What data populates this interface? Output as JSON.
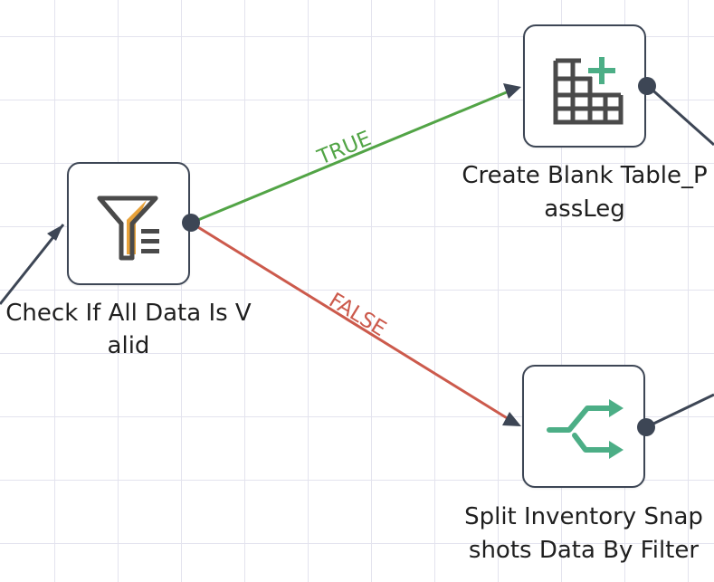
{
  "nodes": [
    {
      "id": "check",
      "label_line1": "Check If All Data Is V",
      "label_line2": "alid",
      "icon": "filter-icon",
      "icon_color": "#e8a23a"
    },
    {
      "id": "create",
      "label_line1": "Create Blank Table_P",
      "label_line2": "assLeg",
      "icon": "table-add-icon",
      "icon_color": "#4cae86"
    },
    {
      "id": "split",
      "label_line1": "Split Inventory Snap",
      "label_line2": "shots Data By Filter",
      "icon": "split-icon",
      "icon_color": "#4cae86"
    }
  ],
  "edges": [
    {
      "from": "check",
      "to": "create",
      "label": "TRUE",
      "color": "#52a446"
    },
    {
      "from": "check",
      "to": "split",
      "label": "FALSE",
      "color": "#cc5a4c"
    }
  ],
  "colors": {
    "node_border": "#3d4655",
    "connector": "#3d4655",
    "grid": "#e3e3ee"
  }
}
